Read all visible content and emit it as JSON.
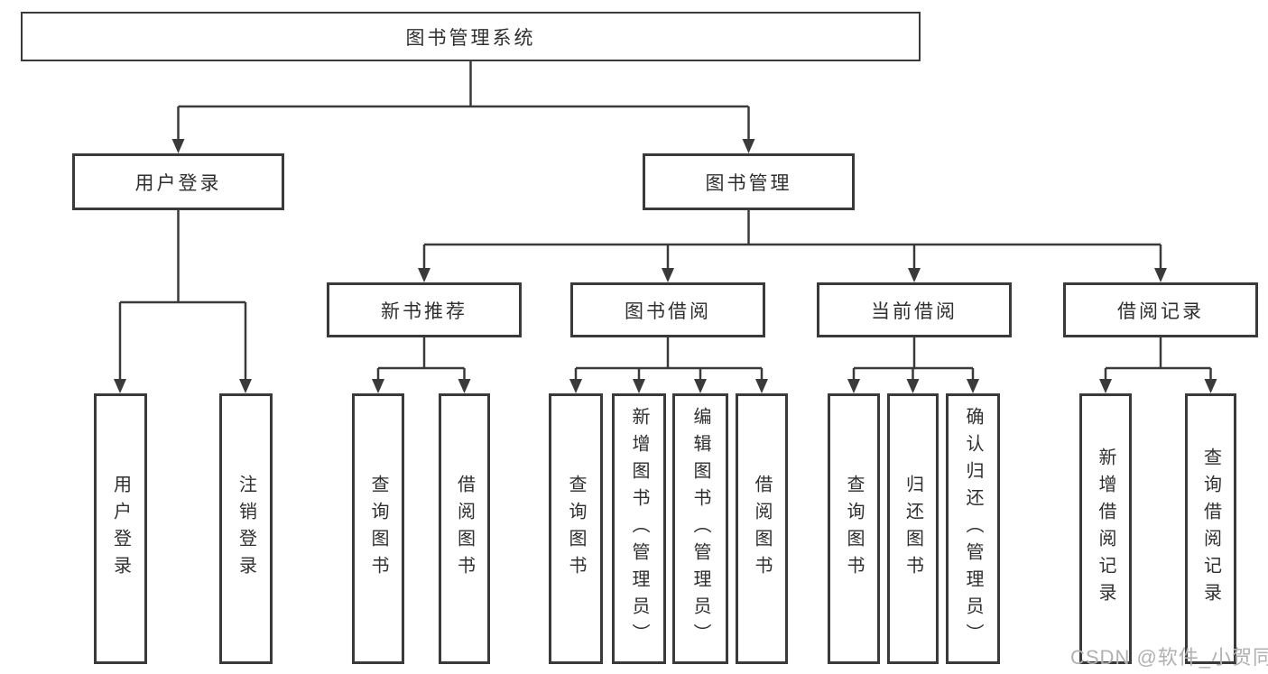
{
  "diagram": {
    "tree": {
      "label": "图书管理系统",
      "children": [
        {
          "label": "用户登录",
          "children": [
            {
              "label": "用户登录"
            },
            {
              "label": "注销登录"
            }
          ]
        },
        {
          "label": "图书管理",
          "children": [
            {
              "label": "新书推荐",
              "children": [
                {
                  "label": "查询图书"
                },
                {
                  "label": "借阅图书"
                }
              ]
            },
            {
              "label": "图书借阅",
              "children": [
                {
                  "label": "查询图书"
                },
                {
                  "label": "新增图书（管理员）"
                },
                {
                  "label": "编辑图书（管理员）"
                },
                {
                  "label": "借阅图书"
                }
              ]
            },
            {
              "label": "当前借阅",
              "children": [
                {
                  "label": "查询图书"
                },
                {
                  "label": "归还图书"
                },
                {
                  "label": "确认归还（管理员）"
                }
              ]
            },
            {
              "label": "借阅记录",
              "children": [
                {
                  "label": "新增借阅记录"
                },
                {
                  "label": "查询借阅记录"
                }
              ]
            }
          ]
        }
      ]
    },
    "watermark": "CSDN @软件_小贺同学",
    "colors": {
      "line": "#3a3a3a",
      "text": "#2f2f2f",
      "watermark": "#b2b0b0"
    }
  }
}
